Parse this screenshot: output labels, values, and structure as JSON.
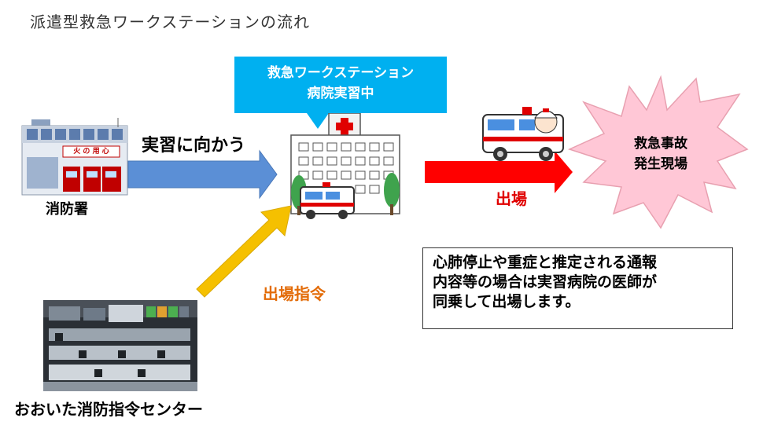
{
  "title": "派遣型救急ワークステーションの流れ",
  "callout": {
    "line1": "救急ワークステーション",
    "line2": "病院実習中"
  },
  "labels": {
    "go_to_training": "実習に向かう",
    "fire_station": "消防署",
    "dispatch_order": "出場指令",
    "dispatch": "出場",
    "command_center": "おおいた消防指令センター"
  },
  "accident": {
    "line1": "救急事故",
    "line2": "発生現場"
  },
  "note": {
    "line1": "心肺停止や重症と推定される通報",
    "line2": "内容等の場合は実習病院の医師が",
    "line3": "同乗して出場します。"
  },
  "fire_station_sign": "火 の 用 心",
  "colors": {
    "callout": "#00b0f0",
    "blue_arrow": "#5b8fd6",
    "yellow_arrow": "#f5c000",
    "red_arrow": "#ff0000",
    "burst": "#ffc7d6"
  }
}
